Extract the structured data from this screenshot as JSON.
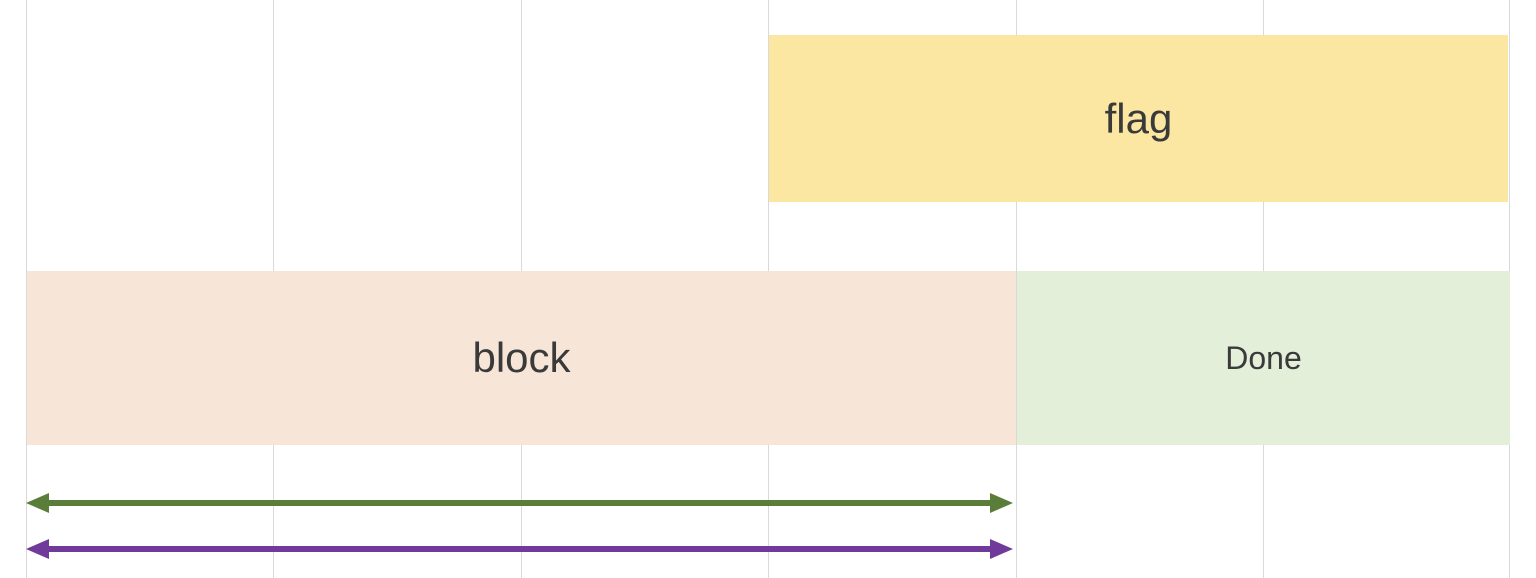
{
  "diagram": {
    "bars": [
      {
        "id": "flag",
        "label": "flag",
        "color": "#fbe6a2"
      },
      {
        "id": "block",
        "label": "block",
        "color": "#f7e5d8"
      },
      {
        "id": "done",
        "label": "Done",
        "color": "#e3efd9"
      }
    ],
    "arrows": [
      {
        "id": "green-span",
        "color": "#5a7d3a"
      },
      {
        "id": "purple-span",
        "color": "#6f3a9a"
      }
    ],
    "gridline_color": "#d9d9d9"
  }
}
